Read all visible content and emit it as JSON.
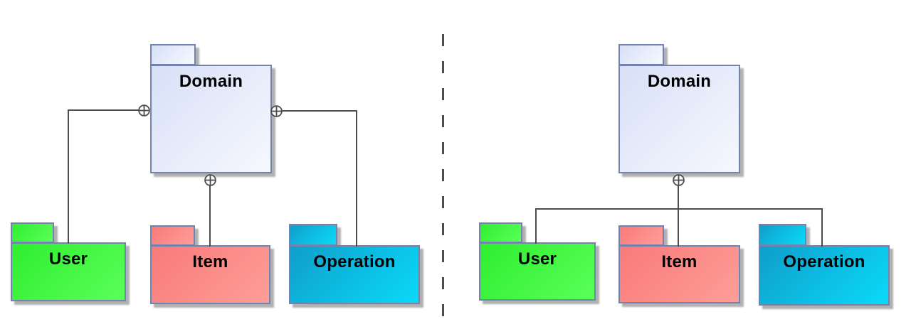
{
  "figure": {
    "type": "uml-package-diagram-comparison",
    "divider_style": "vertical-dashed"
  },
  "left": {
    "domain": {
      "label": "Domain"
    },
    "user": {
      "label": "User"
    },
    "item": {
      "label": "Item"
    },
    "operation": {
      "label": "Operation"
    },
    "containment_anchor_count": 3
  },
  "right": {
    "domain": {
      "label": "Domain"
    },
    "user": {
      "label": "User"
    },
    "item": {
      "label": "Item"
    },
    "operation": {
      "label": "Operation"
    },
    "containment_anchor_count": 1
  },
  "icons": {
    "containment_anchor": "circle-plus"
  },
  "colors": {
    "background": "#ffffff",
    "package_border": "#7482ae",
    "domain_fill_start": "#d8e0f7",
    "domain_fill_end": "#f6f8fe",
    "user_fill_start": "#2fee2f",
    "user_fill_end": "#5aff5a",
    "item_fill_start": "#f97a7a",
    "item_fill_end": "#fd9e97",
    "operation_fill_start": "#0f9ecb",
    "operation_fill_end": "#0adaf8",
    "connector_line": "#4d4d4d",
    "divider_line": "#4d4d4d",
    "label_text": "#000000",
    "shadow": "#9e9e9e"
  }
}
